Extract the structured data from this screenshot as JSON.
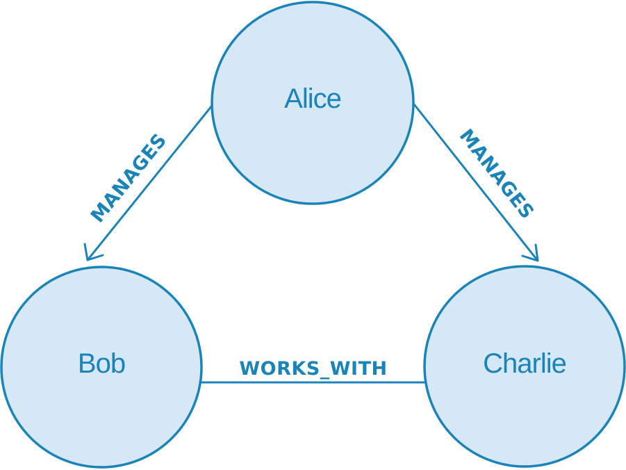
{
  "nodes": {
    "alice": {
      "label": "Alice"
    },
    "bob": {
      "label": "Bob"
    },
    "charlie": {
      "label": "Charlie"
    }
  },
  "edges": {
    "alice_bob": {
      "label": "MANAGES",
      "directed": true
    },
    "alice_charlie": {
      "label": "MANAGES",
      "directed": true
    },
    "bob_charlie": {
      "label": "WORKS_WITH",
      "directed": false
    }
  },
  "colors": {
    "node_fill": "#d6e7f5",
    "accent": "#1a84b8",
    "background": "#ffffff"
  }
}
